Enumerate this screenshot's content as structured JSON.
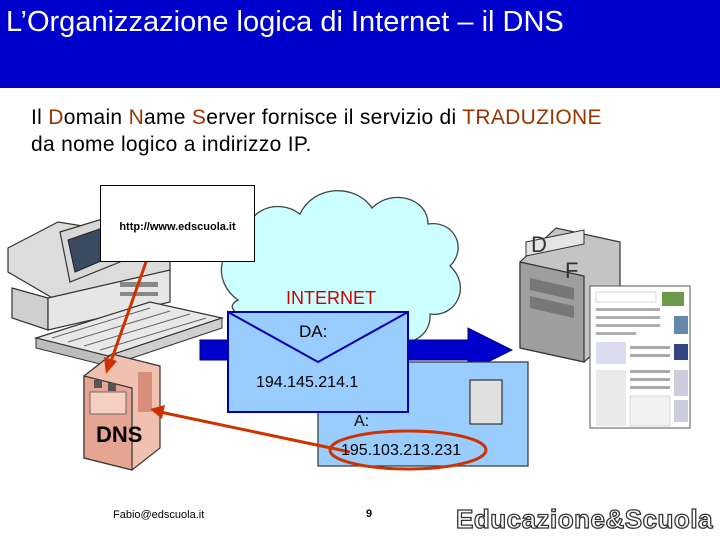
{
  "header": {
    "title": "L’Organizzazione logica di Internet – il DNS"
  },
  "intro": {
    "p1": "Il ",
    "h1": "D",
    "p2": "omain ",
    "h2": "N",
    "p3": "ame ",
    "h3": "S",
    "p4": "erver fornisce il servizio di ",
    "h4": "TRADUZIONE",
    "line2": "da nome logico a indirizzo IP."
  },
  "diagram": {
    "url": "http://www.edscuola.it",
    "internet": "INTERNET",
    "from_label": "DA:",
    "from_ip": "194.145.214.1",
    "to_label": "A:",
    "to_ip": "195.103.213.231",
    "dns": "DNS",
    "server_letters": [
      "D",
      "F"
    ]
  },
  "footer": {
    "email": "Fabio@edscuola.it",
    "page": "9",
    "logo": "Educazione&Scuola"
  },
  "colors": {
    "header_bg": "#0000cc",
    "highlight": "#993300",
    "envelope_blue": "#0000cc",
    "back_envelope": "#99ccff",
    "arrow_red": "#cc3300",
    "ellipse_red": "#cc3300",
    "internet_red": "#cc0000",
    "cloud_fill": "#ccffff"
  }
}
